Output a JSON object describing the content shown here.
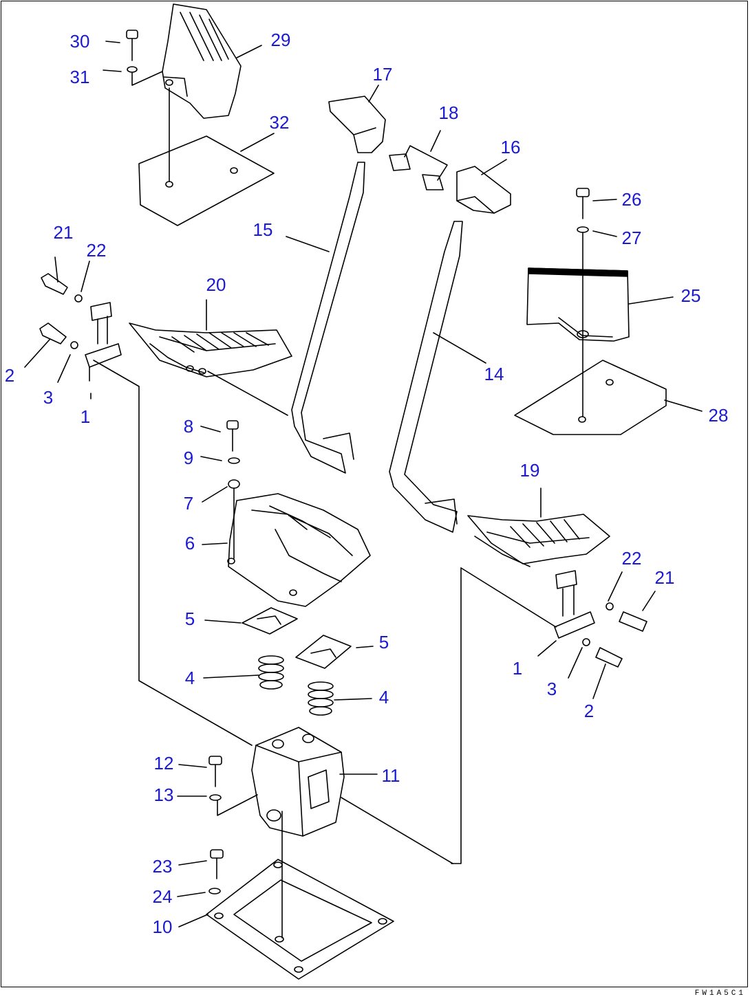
{
  "diagram": {
    "type": "exploded-parts-view",
    "drawing_code": "FW1A5C1",
    "line_color": "#000000",
    "callout_color": "#1a1ad6",
    "callouts": [
      "30",
      "29",
      "31",
      "17",
      "18",
      "16",
      "32",
      "15",
      "26",
      "27",
      "21",
      "22",
      "20",
      "25",
      "2",
      "3",
      "1",
      "14",
      "28",
      "8",
      "9",
      "19",
      "7",
      "6",
      "22",
      "21",
      "5",
      "5",
      "1",
      "4",
      "4",
      "3",
      "2",
      "12",
      "11",
      "13",
      "23",
      "24",
      "10"
    ]
  }
}
